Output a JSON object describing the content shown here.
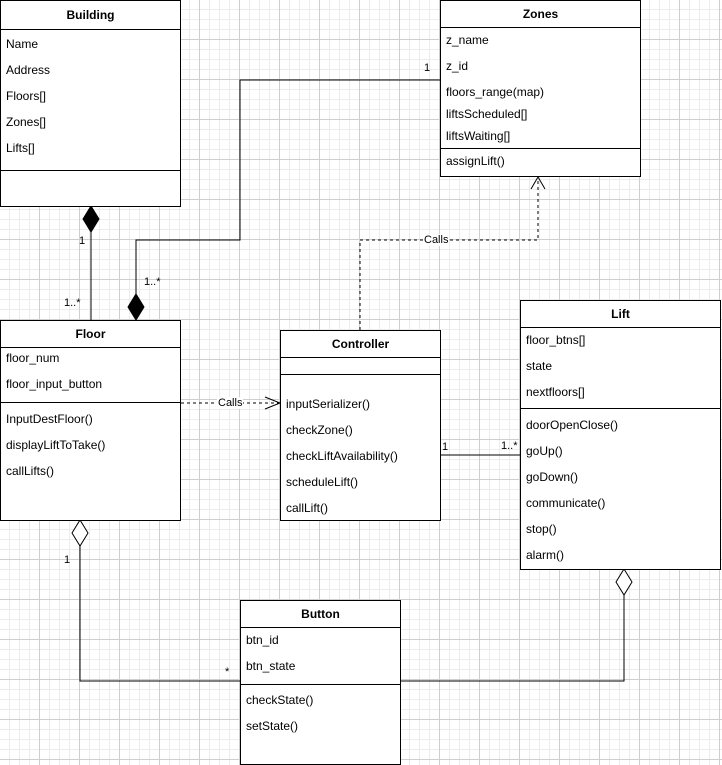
{
  "classes": {
    "building": {
      "name": "Building",
      "attributes": [
        "Name",
        "Address",
        "Floors[]",
        "Zones[]",
        "Lifts[]"
      ],
      "methods": []
    },
    "zones": {
      "name": "Zones",
      "attributes": [
        "z_name",
        "z_id",
        "floors_range(map)",
        "liftsScheduled[]",
        "liftsWaiting[]"
      ],
      "methods": [
        "assignLift()"
      ]
    },
    "floor": {
      "name": "Floor",
      "attributes": [
        "floor_num",
        "floor_input_button"
      ],
      "methods": [
        "InputDestFloor()",
        "displayLiftToTake()",
        "callLifts()"
      ]
    },
    "controller": {
      "name": "Controller",
      "attributes": [],
      "methods": [
        "inputSerializer()",
        "checkZone()",
        "checkLiftAvailability()",
        "scheduleLift()",
        "callLift()"
      ]
    },
    "lift": {
      "name": "Lift",
      "attributes": [
        "floor_btns[]",
        "state",
        "nextfloors[]"
      ],
      "methods": [
        "doorOpenClose()",
        "goUp()",
        "goDown()",
        "communicate()",
        "stop()",
        "alarm()"
      ]
    },
    "button": {
      "name": "Button",
      "attributes": [
        "btn_id",
        "btn_state"
      ],
      "methods": [
        "checkState()",
        "setState()"
      ]
    }
  },
  "edges": {
    "building_floor": {
      "type": "composition",
      "source_multiplicity": "1",
      "target_multiplicity": "1..*"
    },
    "floor_zones": {
      "type": "association",
      "source_multiplicity": "1..*",
      "target_multiplicity": "1"
    },
    "controller_zones": {
      "type": "dependency",
      "label": "Calls"
    },
    "floor_controller": {
      "type": "dependency",
      "label": "Calls"
    },
    "controller_lift": {
      "type": "association",
      "source_multiplicity": "1",
      "target_multiplicity": "1..*"
    },
    "floor_button": {
      "type": "aggregation",
      "source_multiplicity": "1",
      "target_multiplicity": "*"
    },
    "lift_button": {
      "type": "aggregation"
    }
  }
}
